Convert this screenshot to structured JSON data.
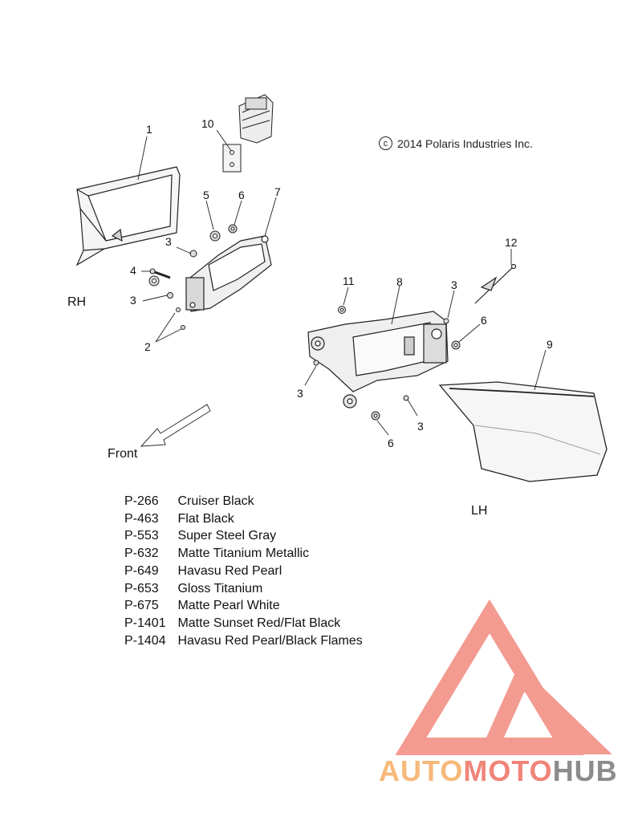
{
  "copyright": {
    "symbol": "c",
    "text": "2014 Polaris Industries Inc."
  },
  "labels": {
    "rh": "RH",
    "lh": "LH",
    "front": "Front"
  },
  "callouts": [
    {
      "id": "c1",
      "text": "1"
    },
    {
      "id": "c10",
      "text": "10"
    },
    {
      "id": "c5",
      "text": "5"
    },
    {
      "id": "c6a",
      "text": "6"
    },
    {
      "id": "c7",
      "text": "7"
    },
    {
      "id": "c3a",
      "text": "3"
    },
    {
      "id": "c4",
      "text": "4"
    },
    {
      "id": "c3b",
      "text": "3"
    },
    {
      "id": "c2",
      "text": "2"
    },
    {
      "id": "c12",
      "text": "12"
    },
    {
      "id": "c11",
      "text": "11"
    },
    {
      "id": "c8",
      "text": "8"
    },
    {
      "id": "c3c",
      "text": "3"
    },
    {
      "id": "c6b",
      "text": "6"
    },
    {
      "id": "c9",
      "text": "9"
    },
    {
      "id": "c3d",
      "text": "3"
    },
    {
      "id": "c3e",
      "text": "3"
    },
    {
      "id": "c6c",
      "text": "6"
    }
  ],
  "paint_codes": [
    {
      "code": "P-266",
      "name": "Cruiser Black"
    },
    {
      "code": "P-463",
      "name": "Flat Black"
    },
    {
      "code": "P-553",
      "name": "Super Steel Gray"
    },
    {
      "code": "P-632",
      "name": "Matte Titanium Metallic"
    },
    {
      "code": "P-649",
      "name": "Havasu Red Pearl"
    },
    {
      "code": "P-653",
      "name": "Gloss Titanium"
    },
    {
      "code": "P-675",
      "name": "Matte Pearl White"
    },
    {
      "code": "P-1401",
      "name": "Matte Sunset Red/Flat Black"
    },
    {
      "code": "P-1404",
      "name": "Havasu Red Pearl/Black Flames"
    }
  ],
  "watermark": {
    "part1": "AUTO",
    "part2": "MOTO",
    "part3": "HUB",
    "color_light": "#f6b97a",
    "color_red": "#f0857a",
    "color_gray": "#8c8c8c"
  }
}
